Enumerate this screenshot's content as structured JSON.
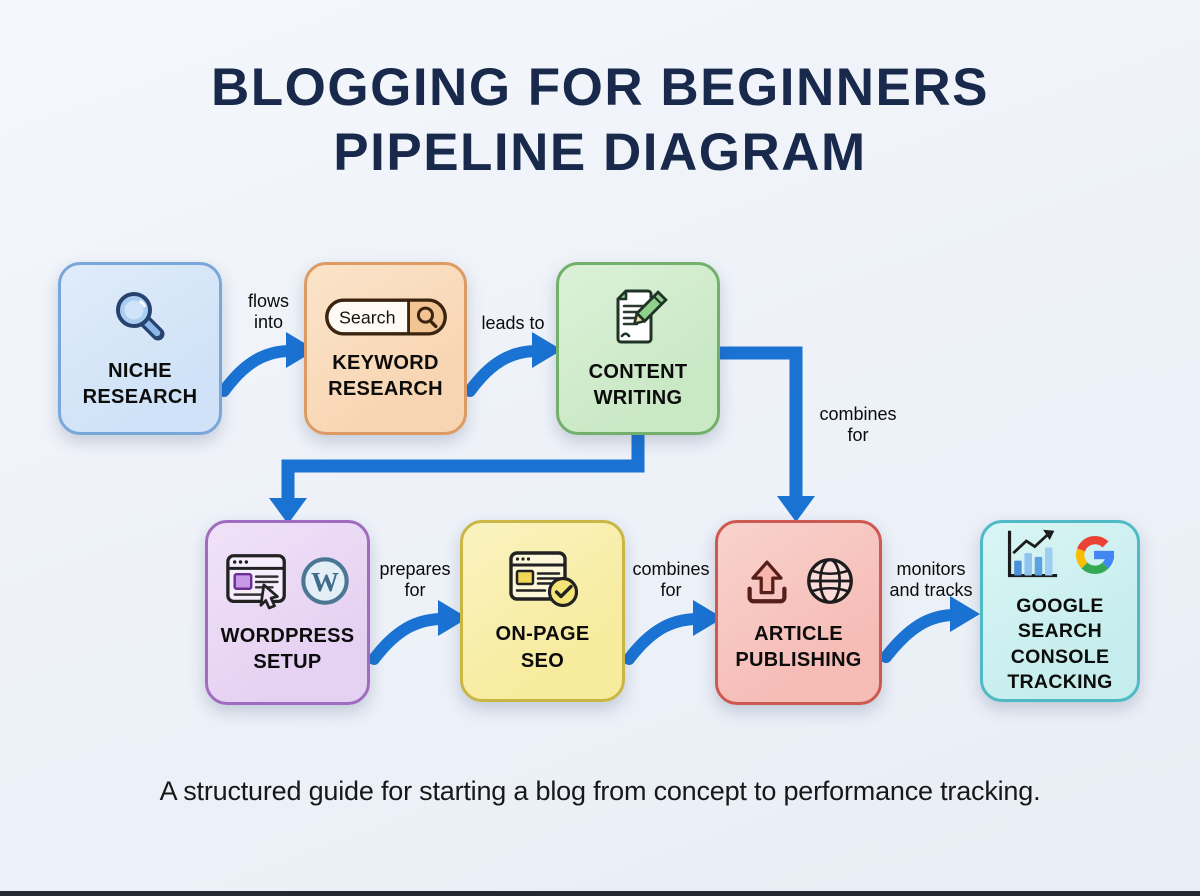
{
  "title": {
    "line1": "BLOGGING FOR BEGINNERS",
    "line2": "PIPELINE DIAGRAM"
  },
  "caption": "A structured guide for starting a blog from concept to performance tracking.",
  "colors": {
    "background": "#eef2f8",
    "title": "#18294c",
    "arrow": "#1a73d3",
    "label_text": "#0c0c0c",
    "google_blue": "#4285F4",
    "google_red": "#EA4335",
    "google_yellow": "#FBBC05",
    "google_green": "#34A853"
  },
  "nodes": {
    "niche": {
      "label": "NICHE\nRESEARCH",
      "fill": "#cfe2f7",
      "fill_light": "#e0ecfa",
      "border": "#7aa7da",
      "icons": [
        "magnifier-icon"
      ]
    },
    "keyword": {
      "label": "KEYWORD\nRESEARCH",
      "fill": "#f8d5b2",
      "fill_light": "#fbe4ca",
      "border": "#dd9b63",
      "icons": [
        "search-bar-icon"
      ],
      "search_text": "Search"
    },
    "content": {
      "label": "CONTENT\nWRITING",
      "fill": "#c9e8c4",
      "fill_light": "#dcf1d8",
      "border": "#72b06c",
      "icons": [
        "document-pencil-icon"
      ]
    },
    "wordpress": {
      "label": "WORDPRESS\nSETUP",
      "fill": "#e5d1f2",
      "fill_light": "#f0e2f9",
      "border": "#a06cc0",
      "icons": [
        "browser-cursor-icon",
        "wordpress-logo-icon"
      ],
      "wordpress_letter": "W"
    },
    "onpage": {
      "label": "ON-PAGE\nSEO",
      "fill": "#f7eb9e",
      "fill_light": "#faf3c0",
      "border": "#c9b645",
      "icons": [
        "page-check-icon"
      ]
    },
    "article": {
      "label": "ARTICLE\nPUBLISHING",
      "fill": "#f6bcb6",
      "fill_light": "#f9d2cd",
      "border": "#cc5a50",
      "icons": [
        "upload-icon",
        "globe-icon"
      ]
    },
    "gsc": {
      "label": "GOOGLE\nSEARCH\nCONSOLE\nTRACKING",
      "fill": "#c6eded",
      "fill_light": "#daf5f5",
      "border": "#4fb9c6",
      "icons": [
        "bar-chart-icon",
        "google-g-icon"
      ]
    }
  },
  "edges": {
    "niche_keyword": {
      "label": "flows\ninto"
    },
    "keyword_content": {
      "label": "leads to"
    },
    "content_article": {
      "label": "combines\nfor"
    },
    "content_wordpress": {
      "label": ""
    },
    "wordpress_onpage": {
      "label": "prepares\nfor"
    },
    "onpage_article": {
      "label": "combines\nfor"
    },
    "article_gsc": {
      "label": "monitors\nand tracks"
    }
  }
}
